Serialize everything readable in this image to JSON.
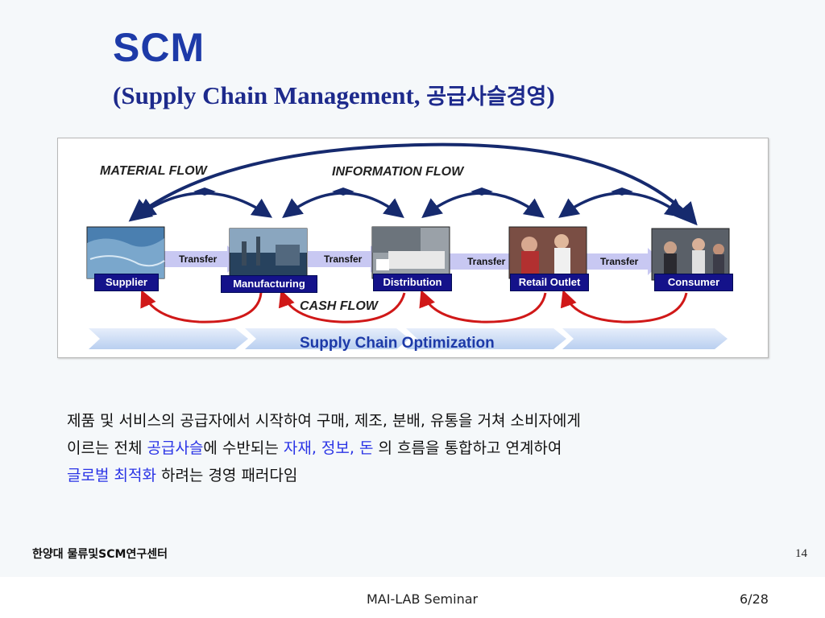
{
  "slide": {
    "title": "SCM",
    "subtitle_en": "(Supply Chain Management, ",
    "subtitle_kr": "공급사슬경영",
    "subtitle_end": ")"
  },
  "diagram": {
    "material_flow": "MATERIAL FLOW",
    "information_flow": "INFORMATION FLOW",
    "cash_flow": "CASH FLOW",
    "optimization": "Supply Chain Optimization",
    "nodes": [
      "Supplier",
      "Manufacturing",
      "Distribution",
      "Retail Outlet",
      "Consumer"
    ],
    "transfers": [
      "Transfer",
      "Transfer",
      "Transfer",
      "Transfer"
    ],
    "colors": {
      "material_arrow": "#162a6e",
      "cash_arrow": "#d01818",
      "node_box": "#14128a",
      "transfer_arrow": "#c8c8f2",
      "optimization_band": "#cfe0f6"
    }
  },
  "description": {
    "p1": "제품 및 서비스의 공급자에서 시작하여 구매, 제조, 분배, 유통을 거쳐 소비자에게",
    "p2_a": "이르는 전체 ",
    "p2_b": "공급사슬",
    "p2_c": "에 수반되는 ",
    "p2_d": "자재, 정보, 돈",
    "p2_e": " 의 흐름을 통합하고 연계하여",
    "p3_a": "글로벌 최적화",
    "p3_b": " 하려는 경영 패러다임"
  },
  "footer": {
    "org": "한양대 물류및SCM연구센터",
    "page": "14",
    "seminar": "MAI-LAB Seminar",
    "slide_count": "6/28"
  }
}
